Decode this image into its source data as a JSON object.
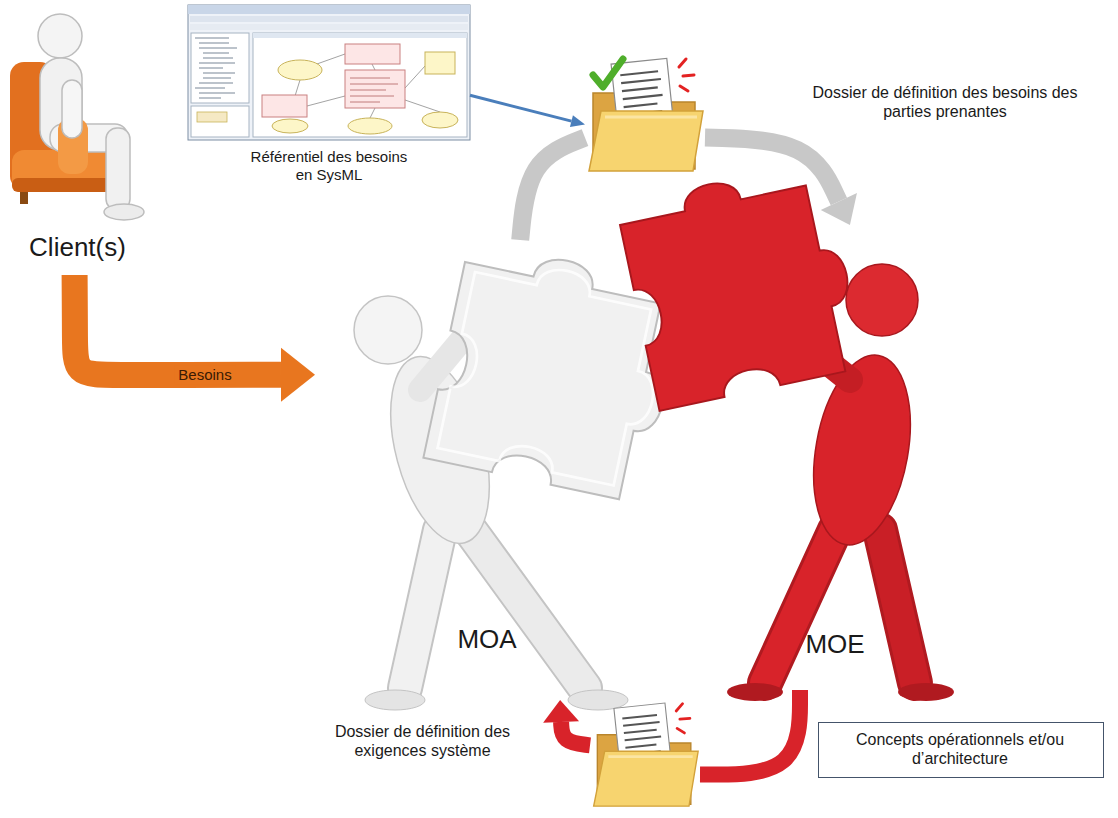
{
  "diagram": {
    "nodes": [
      {
        "text": [
          "Client(s)"
        ]
      },
      {
        "text": [
          "Référentiel des besoins en SysML"
        ]
      },
      {
        "text": [
          "Dossier de définition des besoins des parties prenantes"
        ]
      },
      {
        "text": [
          "MOA"
        ]
      },
      {
        "text": [
          "MOE"
        ]
      },
      {
        "text": [
          "Dossier de définition des exigences système"
        ]
      },
      {
        "text": [
          "Concepts opérationnels et/ou d’architecture"
        ]
      }
    ],
    "edges": [
      {
        "from": 0,
        "to": 3,
        "arrow": "to",
        "label": "Besoins"
      },
      {
        "from": 1,
        "to": 2,
        "arrow": "to"
      },
      {
        "from": 3,
        "to": 2,
        "arrow": "none"
      },
      {
        "from": 2,
        "to": 4,
        "arrow": "to"
      },
      {
        "from": 4,
        "to": 5,
        "arrow": "none"
      },
      {
        "from": 5,
        "to": 3,
        "arrow": "to"
      }
    ]
  }
}
